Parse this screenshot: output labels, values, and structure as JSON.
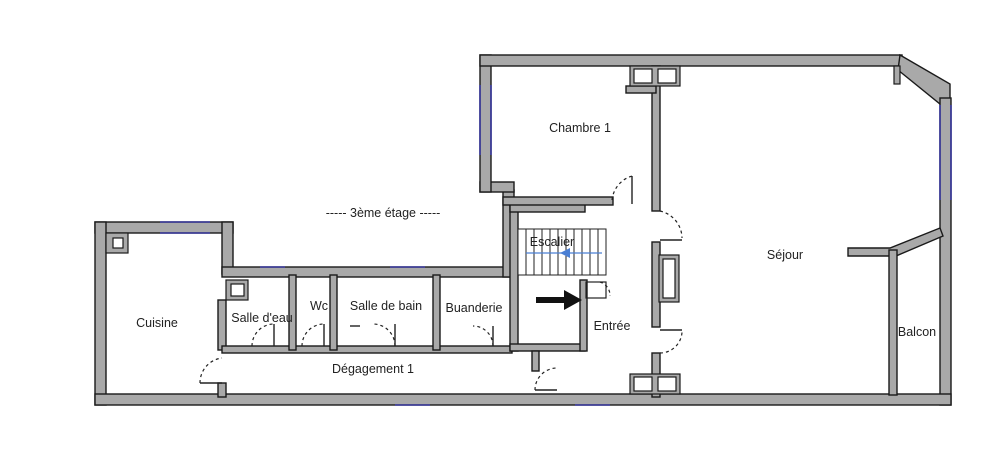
{
  "plan": {
    "floor_label": "----- 3ème étage -----",
    "rooms": {
      "chambre": "Chambre 1",
      "sejour": "Séjour",
      "cuisine": "Cuisine",
      "salle_eau": "Salle d'eau",
      "wc": "Wc",
      "salle_bain": "Salle de bain",
      "buanderie": "Buanderie",
      "entree": "Entrée",
      "escalier": "Escalier",
      "balcon": "Balcon",
      "degagement": "Dégagement 1"
    },
    "colors": {
      "wall_fill": "#a9a9a9",
      "wall_stroke": "#1a1a1a",
      "window": "#3a3aa0",
      "stair_arrow": "#4a7fd4"
    }
  }
}
